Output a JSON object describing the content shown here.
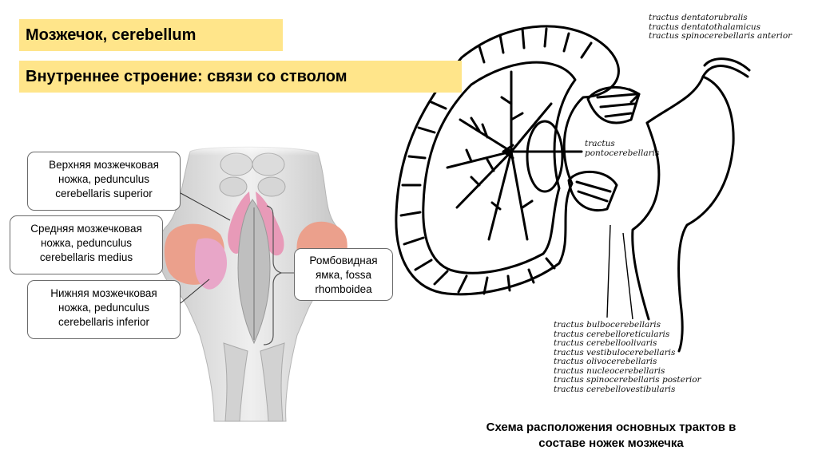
{
  "title": "Мозжечок, cerebellum",
  "subtitle": "Внутреннее строение: связи со стволом",
  "callouts": {
    "superior": [
      "Верхняя мозжечковая",
      "ножка, pedunculus",
      "cerebellaris superior"
    ],
    "medius": [
      "Средняя мозжечковая",
      "ножка, pedunculus",
      "cerebellaris medius"
    ],
    "inferior": [
      "Нижняя мозжечковая",
      "ножка, pedunculus",
      "cerebellaris inferior"
    ],
    "rhomboid": [
      "Ромбовидная",
      "ямка, fossa",
      "rhomboidea"
    ]
  },
  "tracts_top": [
    "tractus dentatorubralis",
    "tractus dentatothalamicus",
    "tractus spinocerebellaris anterior"
  ],
  "tracts_middle": [
    "tractus",
    "pontocerebellaris"
  ],
  "tracts_bottom": [
    "tractus bulbocerebellaris",
    "tractus cerebelloreticularis",
    "tractus cerebelloolivaris",
    "tractus vestibulocerebellaris",
    "tractus olivocerebellaris",
    "tractus nucleocerebellaris",
    "tractus spinocerebellaris posterior",
    "tractus cerebellovestibularis"
  ],
  "caption": [
    "Схема расположения основных трактов в",
    "составе ножек мозжечка"
  ],
  "colors": {
    "title_bg": "#ffe58a",
    "superior_peduncle": "#e89ab8",
    "middle_peduncle": "#eba08c",
    "inferior_peduncle": "#e8a6c8"
  }
}
